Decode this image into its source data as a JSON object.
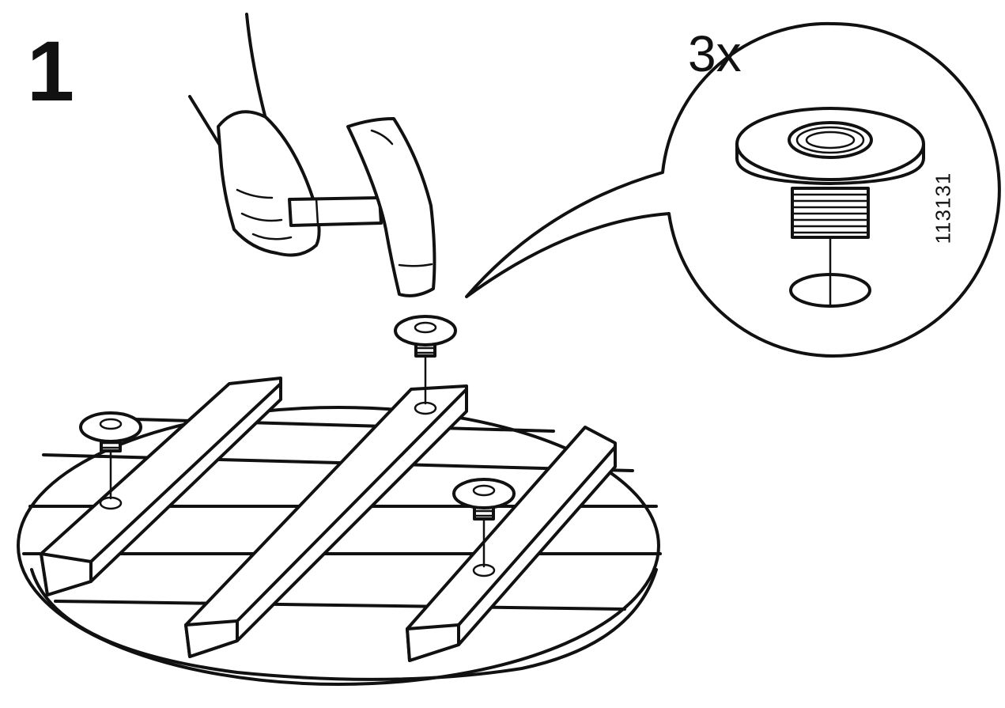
{
  "step": {
    "number": "1"
  },
  "detail": {
    "quantity": "3x",
    "part_number": "113131"
  },
  "icons": {
    "hand": "hand-icon",
    "hammer": "hammer-icon",
    "fitting": "threaded-fitting-icon",
    "tabletop": "tabletop-icon",
    "callout": "magnified-detail-callout"
  },
  "colors": {
    "ink": "#111111",
    "paper": "#ffffff"
  }
}
